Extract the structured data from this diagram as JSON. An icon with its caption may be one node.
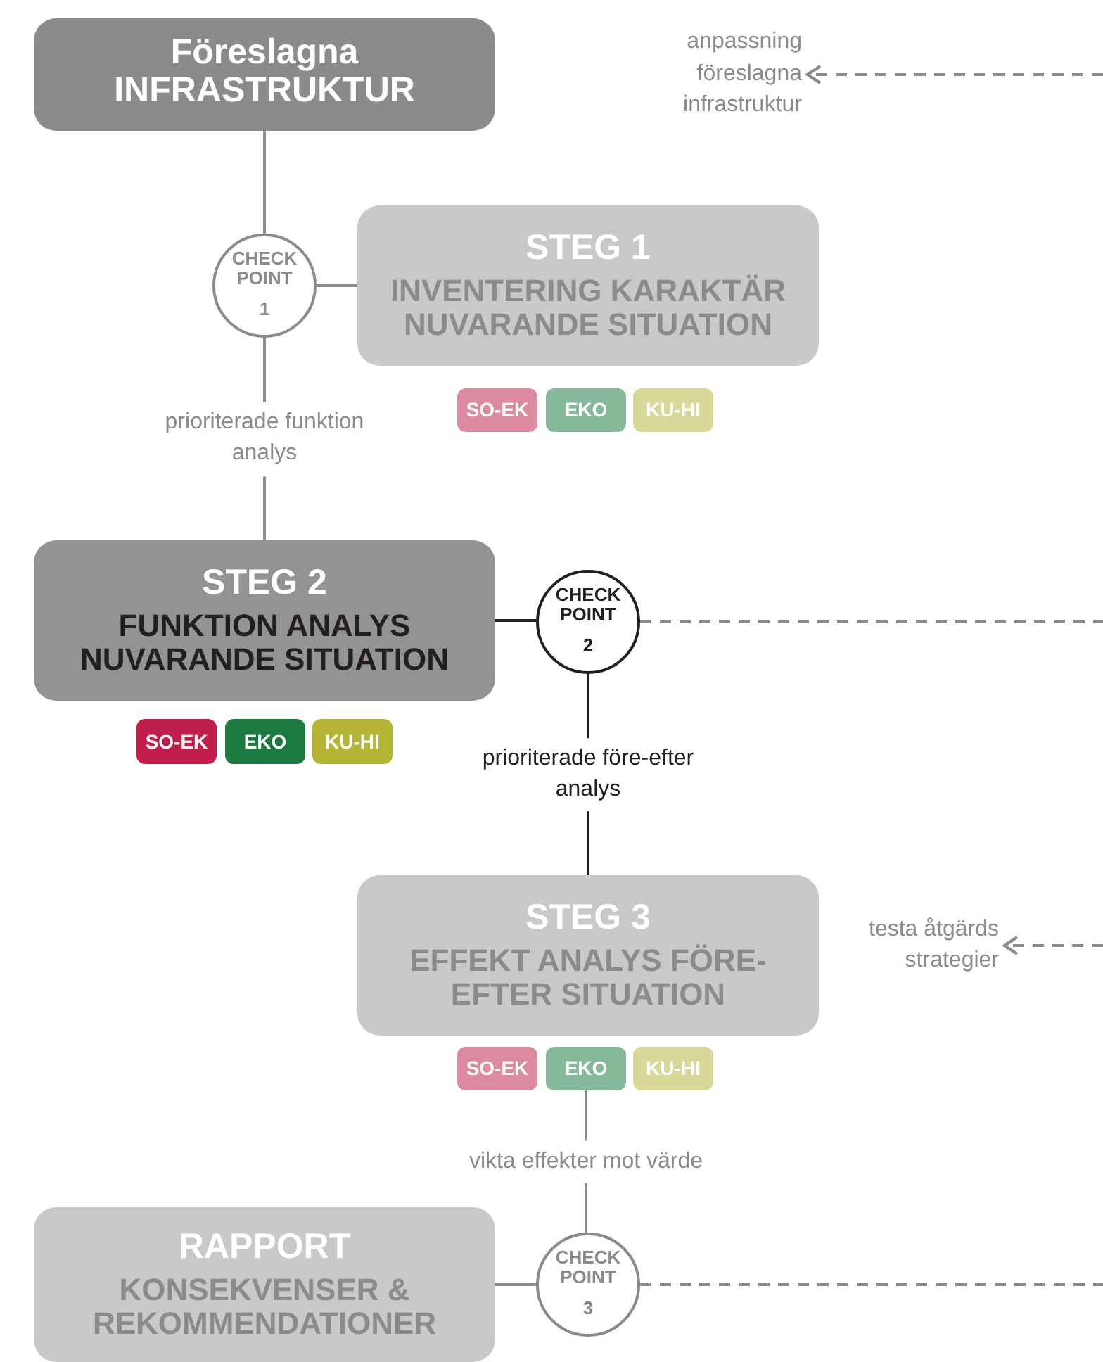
{
  "diagram": {
    "nodes": [
      {
        "text": [
          "Föreslagna INFRASTRUKTUR"
        ]
      },
      {
        "text": [
          "anpassning föreslagna infrastruktur"
        ]
      },
      {
        "text": [
          "CHECK POINT",
          "1"
        ]
      },
      {
        "text": [
          "STEG 1",
          "INVENTERING KARAKTÄR NUVARANDE SITUATION"
        ]
      },
      {
        "text": [
          "SO-EK"
        ]
      },
      {
        "text": [
          "EKO"
        ]
      },
      {
        "text": [
          "KU-HI"
        ]
      },
      {
        "text": [
          "STEG 2",
          "FUNKTION ANALYS NUVARANDE SITUATION"
        ]
      },
      {
        "text": [
          "CHECK POINT",
          "2"
        ]
      },
      {
        "text": [
          "SO-EK"
        ]
      },
      {
        "text": [
          "EKO"
        ]
      },
      {
        "text": [
          "KU-HI"
        ]
      },
      {
        "text": [
          "STEG 3",
          "EFFEKT ANALYS FÖRE-EFTER SITUATION"
        ]
      },
      {
        "text": [
          "testa åtgärds strategier"
        ]
      },
      {
        "text": [
          "SO-EK"
        ]
      },
      {
        "text": [
          "EKO"
        ]
      },
      {
        "text": [
          "KU-HI"
        ]
      },
      {
        "text": [
          "CHECK POINT",
          "3"
        ]
      },
      {
        "text": [
          "RAPPORT",
          "KONSEKVENSER & REKOMMENDATIONER"
        ]
      }
    ],
    "edges": [
      {
        "from": null,
        "to": 1,
        "arrow": "to",
        "style": "dashed"
      },
      {
        "from": 0,
        "to": 2,
        "arrow": "none"
      },
      {
        "from": 2,
        "to": 3,
        "arrow": "none"
      },
      {
        "from": 2,
        "to": 7,
        "arrow": "none",
        "label": "prioriterade funktion analys"
      },
      {
        "from": 7,
        "to": 8,
        "arrow": "none",
        "color": "#231f20"
      },
      {
        "from": 8,
        "to": 12,
        "arrow": "none",
        "label": "prioriterade före-efter analys",
        "color": "#231f20"
      },
      {
        "from": 8,
        "to": null,
        "arrow": "none",
        "style": "dashed"
      },
      {
        "from": null,
        "to": 13,
        "arrow": "to",
        "style": "dashed"
      },
      {
        "from": 15,
        "to": 17,
        "arrow": "none",
        "label": "vikta effekter mot värde"
      },
      {
        "from": 17,
        "to": 18,
        "arrow": "none"
      },
      {
        "from": 17,
        "to": null,
        "arrow": "none",
        "style": "dashed"
      }
    ]
  }
}
